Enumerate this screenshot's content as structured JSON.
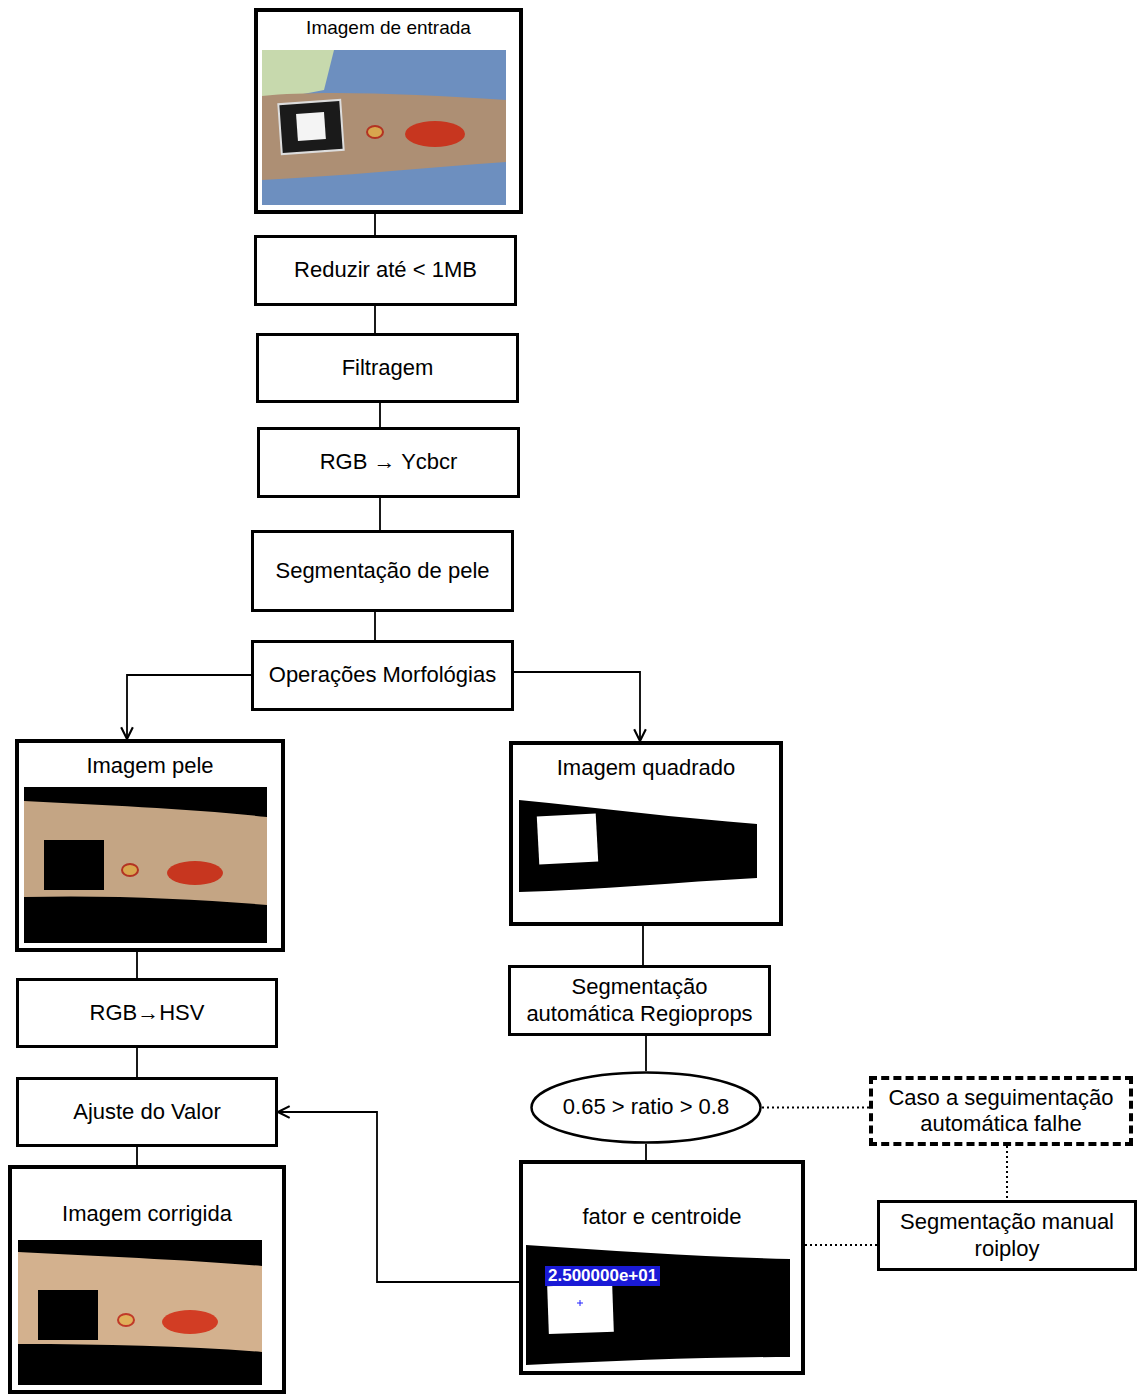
{
  "diagram": {
    "nodes": [
      {
        "text": [
          "Imagem de entrada"
        ]
      },
      {
        "text": [
          "Reduzir até < 1MB"
        ]
      },
      {
        "text": [
          "Filtragem"
        ]
      },
      {
        "text": [
          "RGB → Ycbcr"
        ]
      },
      {
        "text": [
          "Segmentação de pele"
        ]
      },
      {
        "text": [
          "Operações Morfológias"
        ]
      },
      {
        "text": [
          "Imagem pele"
        ]
      },
      {
        "text": [
          "Imagem quadrado"
        ]
      },
      {
        "text": [
          "RGB→HSV"
        ]
      },
      {
        "text": [
          "Segmentação automática Regioprops"
        ]
      },
      {
        "text": [
          "Ajuste do Valor"
        ]
      },
      {
        "text": [
          "0.65 > ratio > 0.8"
        ]
      },
      {
        "text": [
          "Caso a seguimentação automática falhe"
        ]
      },
      {
        "text": [
          "Imagem corrigida"
        ]
      },
      {
        "text": [
          "fator e centroide"
        ]
      },
      {
        "text": [
          "Segmentação manual roiploy"
        ]
      }
    ],
    "edges": [
      {
        "from": 0,
        "to": 1,
        "arrow": "none"
      },
      {
        "from": 1,
        "to": 2,
        "arrow": "none"
      },
      {
        "from": 2,
        "to": 3,
        "arrow": "none"
      },
      {
        "from": 3,
        "to": 4,
        "arrow": "none"
      },
      {
        "from": 4,
        "to": 5,
        "arrow": "none"
      },
      {
        "from": 5,
        "to": 6,
        "arrow": "to"
      },
      {
        "from": 5,
        "to": 7,
        "arrow": "to"
      },
      {
        "from": 6,
        "to": 8,
        "arrow": "none"
      },
      {
        "from": 8,
        "to": 10,
        "arrow": "none"
      },
      {
        "from": 10,
        "to": 13,
        "arrow": "none"
      },
      {
        "from": 7,
        "to": 9,
        "arrow": "none"
      },
      {
        "from": 9,
        "to": 11,
        "arrow": "none"
      },
      {
        "from": 11,
        "to": 14,
        "arrow": "none"
      },
      {
        "from": 14,
        "to": 10,
        "arrow": "to"
      },
      {
        "from": 11,
        "to": 12,
        "arrow": "none"
      },
      {
        "from": 12,
        "to": 15,
        "arrow": "none"
      },
      {
        "from": 14,
        "to": 15,
        "arrow": "none"
      }
    ],
    "labels": [
      "2.500000e+01"
    ]
  }
}
